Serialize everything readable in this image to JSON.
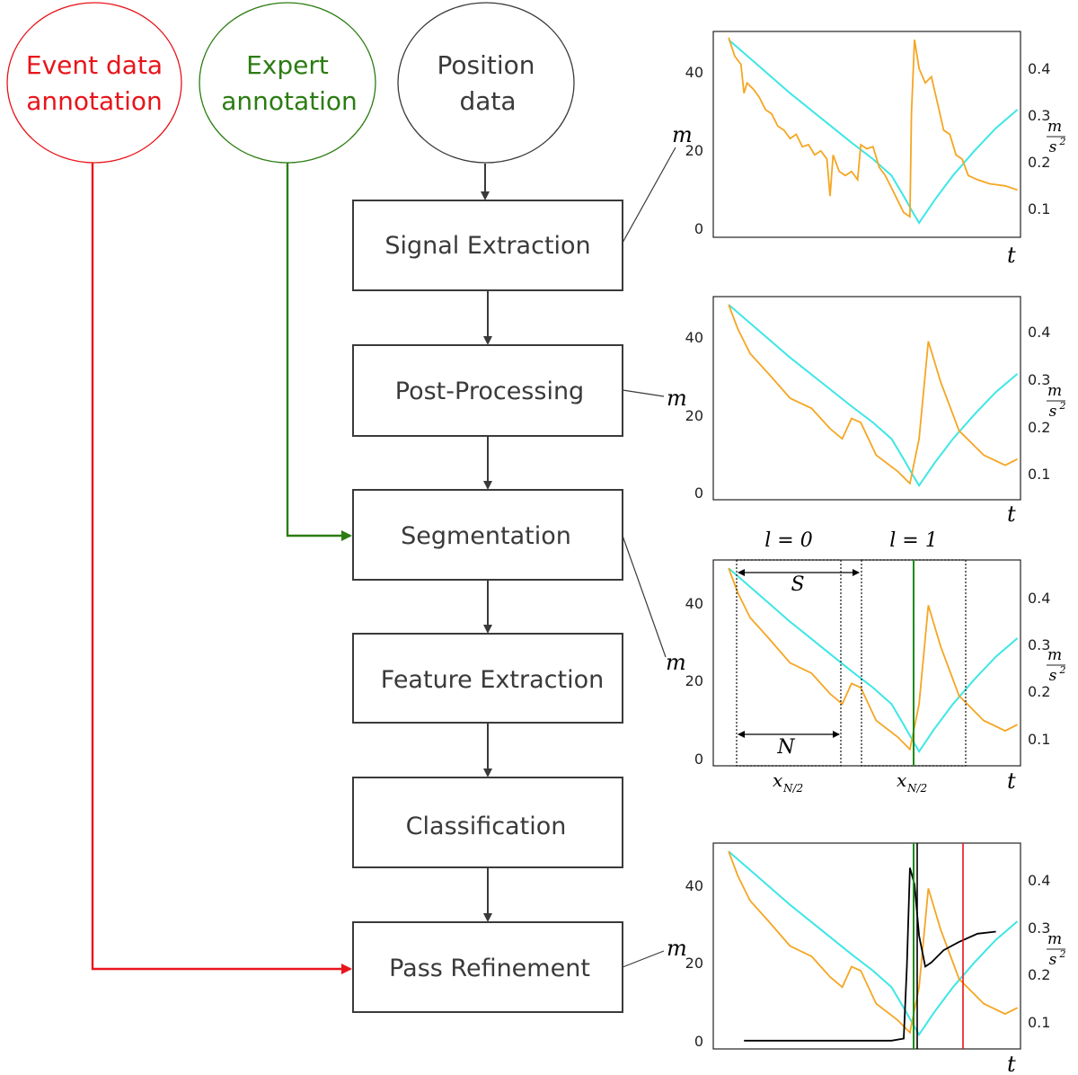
{
  "sources": {
    "event": {
      "line1": "Event data",
      "line2": "annotation",
      "color": "#e8141b"
    },
    "expert": {
      "line1": "Expert",
      "line2": "annotation",
      "color": "#2b7c12"
    },
    "position": {
      "line1": "Position",
      "line2": "data",
      "color": "#3a3a3a"
    }
  },
  "steps": {
    "signal": "Signal Extraction",
    "post": "Post-Processing",
    "segmentation": "Segmentation",
    "feature": "Feature Extraction",
    "classification": "Classification",
    "refinement": "Pass Refinement"
  },
  "axis": {
    "left_unit": "m",
    "right_unit_num": "m",
    "right_unit_den": "s",
    "right_unit_exp": "2",
    "time": "t",
    "left_ticks": [
      "0",
      "20",
      "40"
    ],
    "right_ticks": [
      "0.1",
      "0.2",
      "0.3",
      "0.4"
    ]
  },
  "segmentation_labels": {
    "l0": "l = 0",
    "l1": "l = 1",
    "stride": "S",
    "window": "N",
    "center1": "x",
    "center2": "x",
    "center_sub": "N/2"
  },
  "colors": {
    "orange": "#f5a623",
    "cyan": "#3ee6e6",
    "green": "#1a8a1a",
    "red": "#e8141b",
    "black": "#000000"
  }
}
